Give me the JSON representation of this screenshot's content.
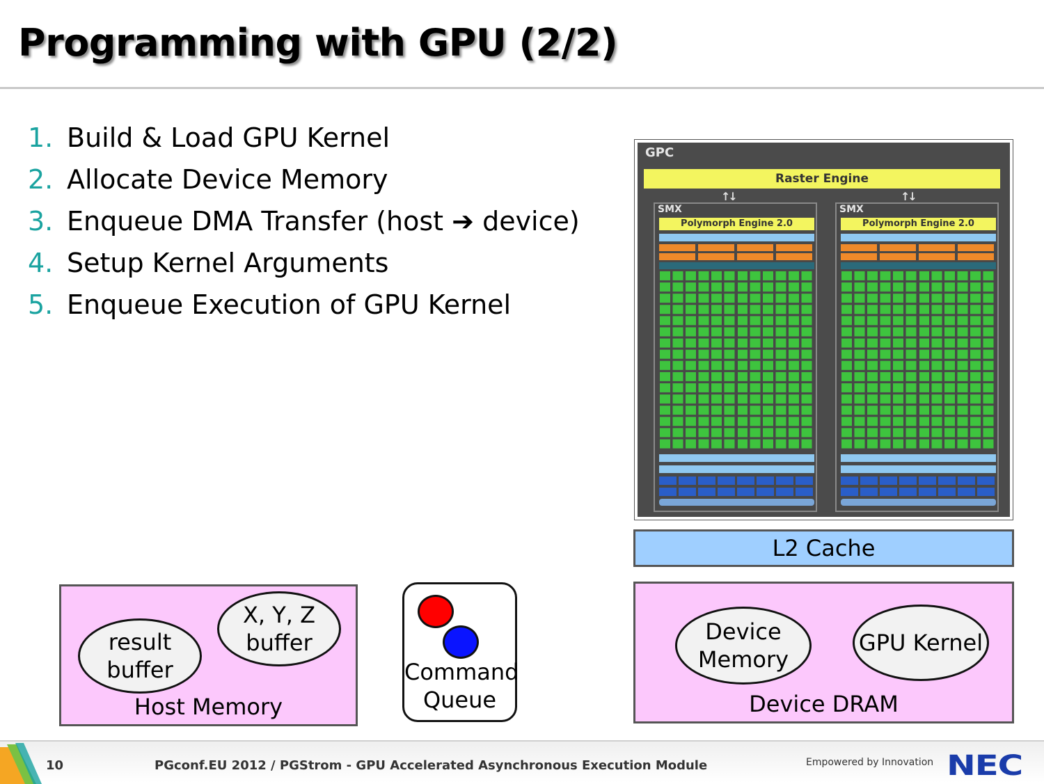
{
  "slide": {
    "title": "Programming with GPU (2/2)"
  },
  "steps": [
    {
      "num": "1.",
      "text": "Build & Load GPU Kernel"
    },
    {
      "num": "2.",
      "text": "Allocate Device Memory"
    },
    {
      "num": "3.",
      "text": "Enqueue DMA Transfer (host ➔ device)"
    },
    {
      "num": "4.",
      "text": "Setup Kernel Arguments"
    },
    {
      "num": "5.",
      "text": "Enqueue Execution of GPU Kernel"
    }
  ],
  "gpc": {
    "label": "GPC",
    "raster_engine": "Raster Engine",
    "arrows": "↑↓",
    "smx": [
      {
        "label": "SMX",
        "polymorph": "Polymorph Engine 2.0"
      },
      {
        "label": "SMX",
        "polymorph": "Polymorph Engine 2.0"
      }
    ]
  },
  "l2_cache": "L2 Cache",
  "host_memory": {
    "label": "Host Memory",
    "result_buffer": "result\nbuffer",
    "xyz_buffer": "X, Y, Z\nbuffer"
  },
  "command_queue": {
    "label": "Command\nQueue"
  },
  "device_dram": {
    "label": "Device DRAM",
    "device_memory": "Device\nMemory",
    "gpu_kernel": "GPU Kernel"
  },
  "footer": {
    "page_number": "10",
    "text": "PGconf.EU 2012 / PGStrom - GPU Accelerated Asynchronous Execution Module",
    "tagline": "Empowered by Innovation",
    "logo": "NEC"
  },
  "colors": {
    "step_number": "#1aa3a0",
    "memory_box": "#fcc8fc",
    "l2_cache": "#9fcfff",
    "raster": "#f3f55f",
    "core_green": "#3ec43e",
    "queue_red": "#ff0000",
    "queue_blue": "#0a14ff",
    "logo": "#1a3caa"
  }
}
